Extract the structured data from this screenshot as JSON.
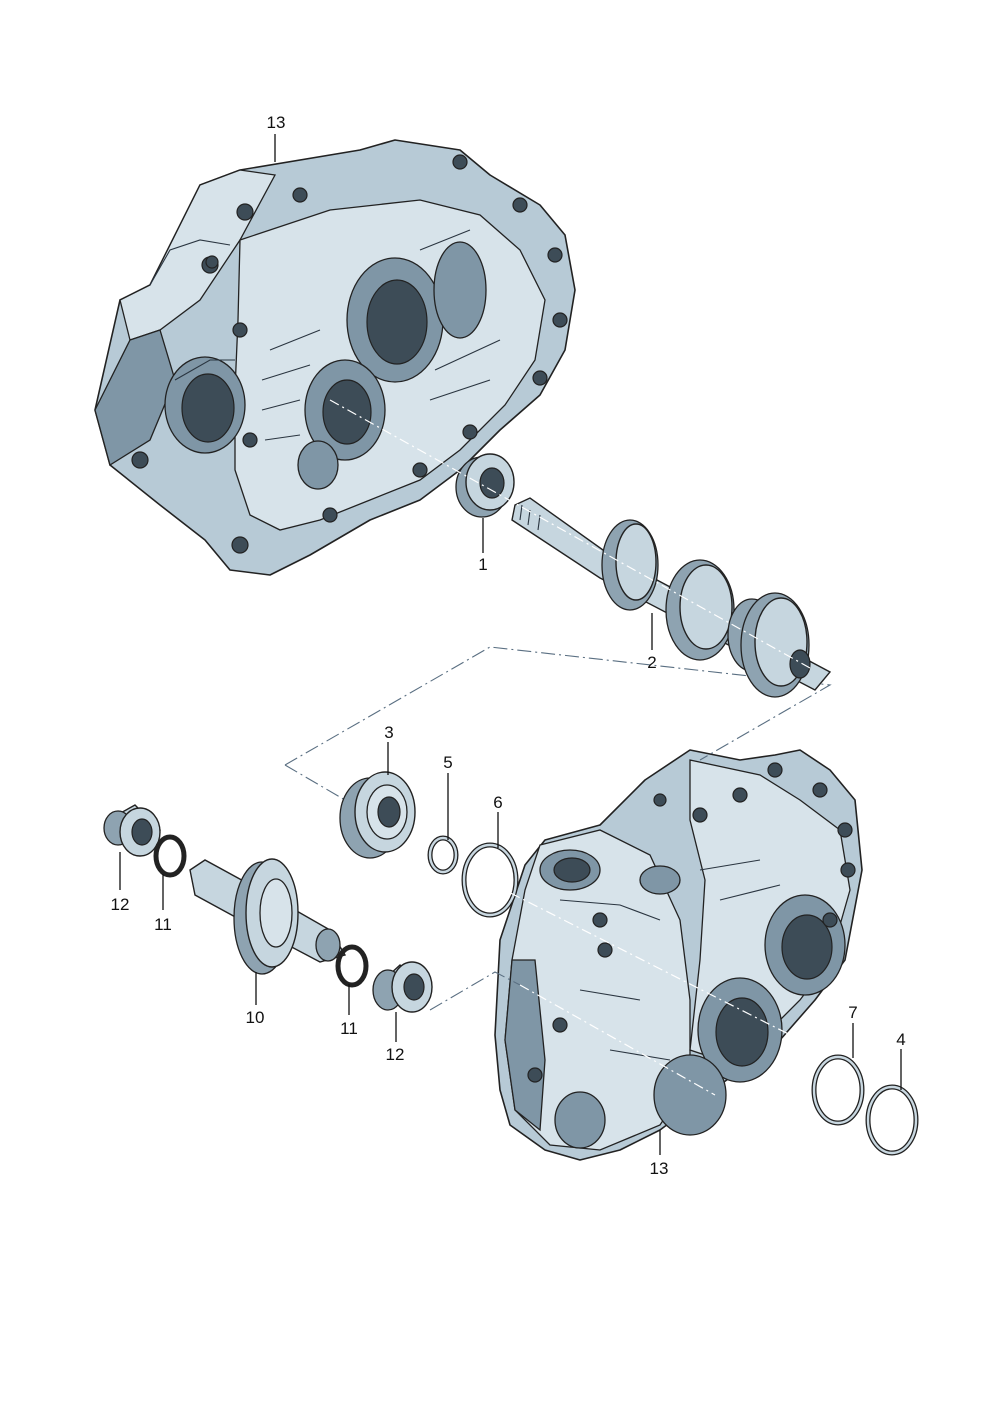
{
  "labels": {
    "l1": "1",
    "l2": "2",
    "l3": "3",
    "l4": "4",
    "l5": "5",
    "l6": "6",
    "l7": "7",
    "l10": "10",
    "l11a": "11",
    "l11b": "11",
    "l12a": "12",
    "l12b": "12",
    "l13a": "13",
    "l13b": "13"
  },
  "colors": {
    "casting": "#b7cad6",
    "casting_highlight": "#d7e3ea",
    "casting_shadow": "#7f96a6",
    "outline": "#222222",
    "dash_line": "#5a6f82"
  }
}
